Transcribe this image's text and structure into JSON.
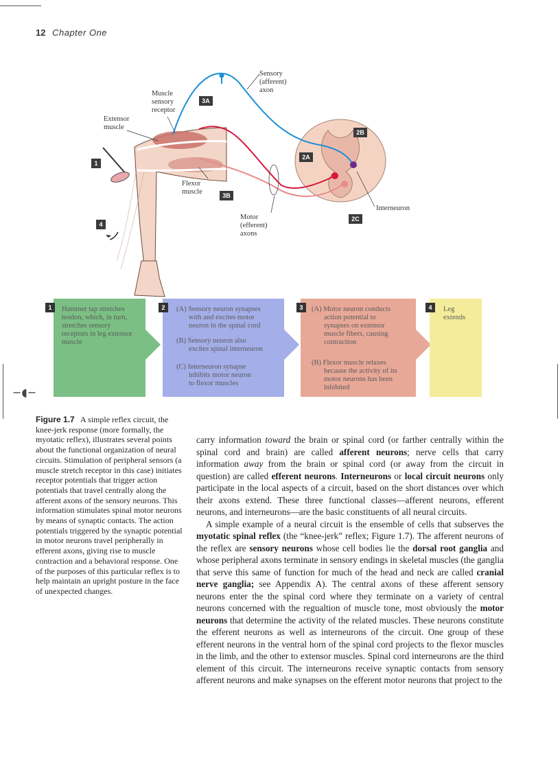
{
  "header": {
    "page_number": "12",
    "chapter": "Chapter One"
  },
  "figure": {
    "labels": {
      "sensory_axon": [
        "Sensory",
        "(afferent)",
        "axon"
      ],
      "muscle_sensory_receptor": [
        "Muscle",
        "sensory",
        "receptor"
      ],
      "extensor_muscle": [
        "Extensor",
        "muscle"
      ],
      "flexor_muscle": [
        "Flexor",
        "muscle"
      ],
      "motor_axons": [
        "Motor",
        "(efferent)",
        "axons"
      ],
      "interneuron": "Interneuron"
    },
    "tags": {
      "t1": "1",
      "t2A": "2A",
      "t2B": "2B",
      "t2C": "2C",
      "t3A": "3A",
      "t3B": "3B",
      "t4": "4"
    },
    "colors": {
      "sensory": "#1c8fd6",
      "motor_extensor": "#d8173b",
      "motor_flexor": "#e98a8a",
      "interneuron": "#6a2a8e"
    }
  },
  "steps": [
    {
      "num": "1",
      "color": "#7bbf84",
      "lines": [
        "Hammer tap stretches",
        "tendon, which, in turn,",
        "stretches sensory",
        "receptors in leg extensor",
        "muscle"
      ]
    },
    {
      "num": "2",
      "color": "#a4aee8",
      "a": [
        "(A)  Sensory neuron synapses",
        "with and excites motor",
        "neuron in the spinal cord"
      ],
      "b": [
        "(B)  Sensory neuron also",
        "excites spinal interneuron"
      ],
      "c": [
        "(C)  Interneuron synapse",
        "inhibits motor neuron",
        "to flexor muscles"
      ]
    },
    {
      "num": "3",
      "color": "#e8a898",
      "a": [
        "(A)  Motor neuron conducts",
        "action potential to",
        "synapses on extensor",
        "muscle fibers, causing",
        "contraction"
      ],
      "b": [
        "(B)  Flexor muscle relaxes",
        "because the activity of its",
        "motor neurons has been",
        "inhibited"
      ]
    },
    {
      "num": "4",
      "color": "#f4ec9a",
      "lines": [
        "Leg",
        "extends"
      ]
    }
  ],
  "caption": {
    "label": "Figure 1.7",
    "text": "A simple reflex circuit, the knee-jerk response (more formally, the myotatic reflex), illustrates several points about the functional organization of neural circuits. Stimulation of peripheral sensors (a muscle stretch receptor in this case) initiates receptor potentials that trigger action potentials that travel centrally along the afferent axons of the sensory neurons. This information stimulates spinal motor neurons by means of synaptic contacts. The action potentials triggered by the synaptic potential in motor neurons travel peripherally in efferent axons, giving rise to muscle contraction and a behavioral response. One of the purposes of this particular reflex is to help maintain an upright posture in the face of unexpected changes."
  },
  "body": {
    "p1": [
      {
        "t": "carry information "
      },
      {
        "t": "toward",
        "i": true
      },
      {
        "t": " the brain or spinal cord (or farther centrally within the spinal cord and brain) are called "
      },
      {
        "t": "afferent neurons",
        "b": true
      },
      {
        "t": "; nerve cells that carry information "
      },
      {
        "t": "away",
        "i": true
      },
      {
        "t": " from the brain or spinal cord (or away from the circuit in question) are called "
      },
      {
        "t": "efferent neurons",
        "b": true
      },
      {
        "t": ". "
      },
      {
        "t": "Interneurons",
        "b": true
      },
      {
        "t": " or "
      },
      {
        "t": "local circuit neurons",
        "b": true
      },
      {
        "t": " only participate in the local aspects of a circuit, based on the short distances over which their axons extend. These three functional classes—afferent neurons, efferent neurons, and interneurons—are the basic constituents of all neural circuits."
      }
    ],
    "p2": [
      {
        "t": "A simple example of a neural circuit is the ensemble of cells that subserves the "
      },
      {
        "t": "myotatic spinal reflex",
        "b": true
      },
      {
        "t": " (the “knee-jerk” reflex; Figure 1.7). The afferent neurons of the reflex are "
      },
      {
        "t": "sensory neurons",
        "b": true
      },
      {
        "t": " whose cell bodies lie the "
      },
      {
        "t": "dorsal root ganglia",
        "b": true
      },
      {
        "t": " and whose peripheral axons terminate in sensory endings in skeletal muscles (the ganglia that serve this same of function for much of the head and neck are called "
      },
      {
        "t": "cranial nerve ganglia;",
        "b": true
      },
      {
        "t": " see Appendix A). The central axons of these afferent sensory neurons enter the the spinal cord where they terminate on a variety of central neurons concerned with the regualtion of muscle tone, most obviously the "
      },
      {
        "t": "motor neurons",
        "b": true
      },
      {
        "t": " that determine the activity of the related muscles. These neurons constitute the efferent neurons as well as interneurons of the circuit. One group of these efferent neurons in the ventral horn of the spinal cord projects to the flexor muscles in the limb, and the other to extensor muscles. Spinal cord interneurons are the third element of this circuit. The interneurons receive synaptic contacts from sensory afferent neurons and make synapses on the efferent motor neurons that project to the"
      }
    ]
  }
}
